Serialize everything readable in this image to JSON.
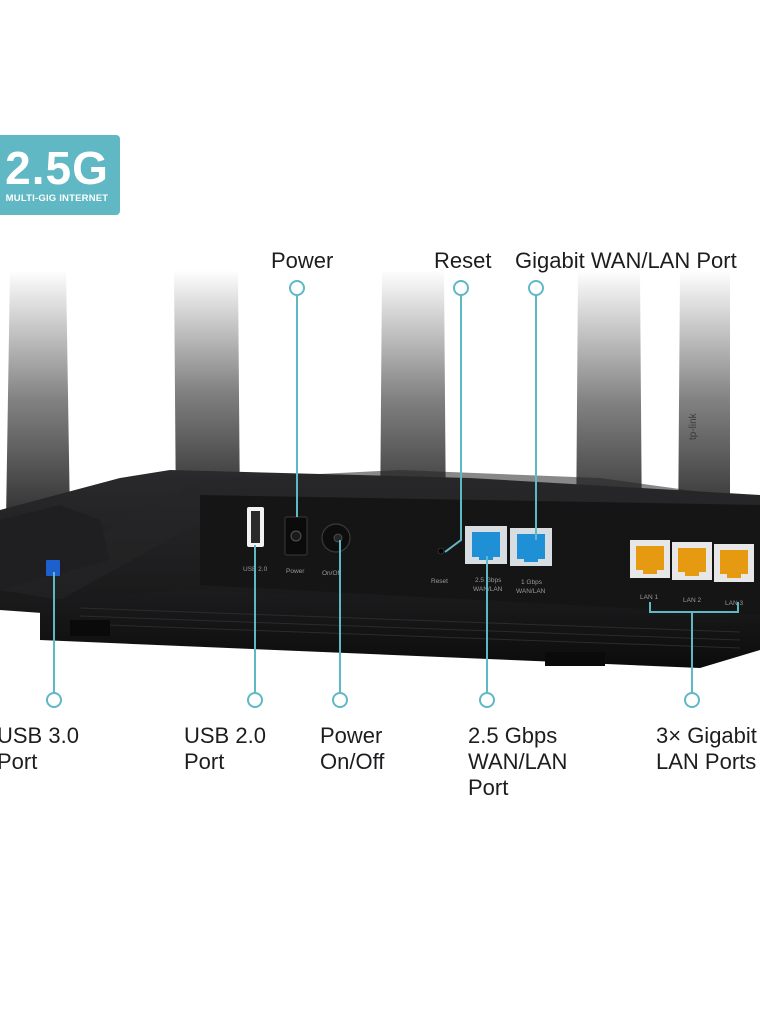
{
  "badge": {
    "main": "2.5G",
    "sub": "MULTI-GIG INTERNET"
  },
  "callouts_top": {
    "power": "Power",
    "reset": "Reset",
    "gigabit_wan_lan": "Gigabit WAN/LAN Port"
  },
  "callouts_bottom": {
    "usb30": [
      "USB 3.0",
      "Port"
    ],
    "usb20": [
      "USB 2.0",
      "Port"
    ],
    "power_onoff": [
      "Power",
      "On/Off"
    ],
    "wan25": [
      "2.5 Gbps",
      "WAN/LAN",
      "Port"
    ],
    "lan": [
      "3× Gigabit",
      "LAN Ports"
    ]
  },
  "panel_labels": {
    "usb20": "USB 2.0",
    "power": "Power",
    "onoff": "On/Off",
    "reset": "Reset",
    "wan25": [
      "2.5 Gbps",
      "WAN/LAN"
    ],
    "wan1": [
      "1 Gbps",
      "WAN/LAN"
    ],
    "lan": [
      "LAN 1",
      "LAN 2",
      "LAN 3"
    ]
  },
  "brand": "tp-link",
  "colors": {
    "accent": "#5fb8c4",
    "wan_port": "#1f8fd6",
    "lan_port": "#e69a12",
    "usb3": "#1e5fd0",
    "body": "#1b1b1d"
  }
}
